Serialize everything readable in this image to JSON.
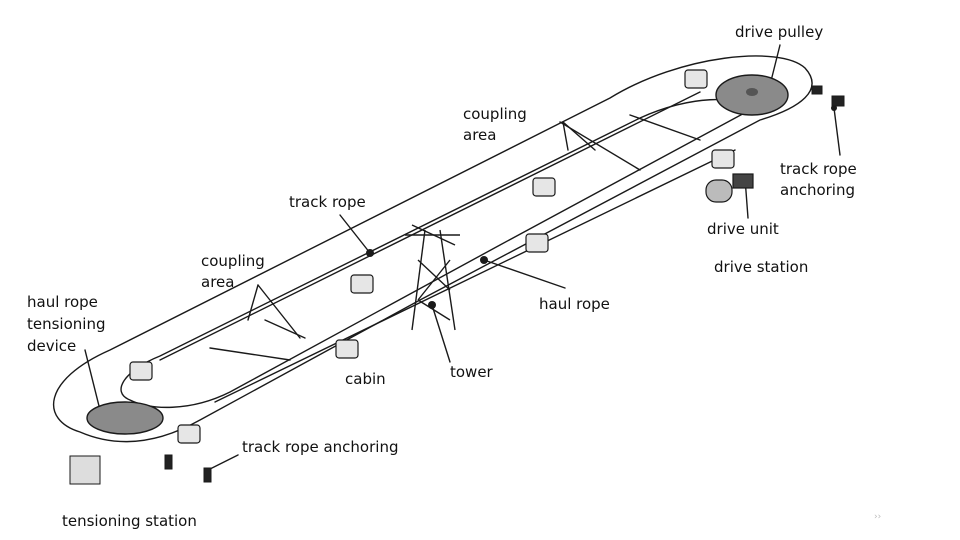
{
  "diagram": {
    "labels": {
      "drive_pulley": "drive pulley",
      "coupling_area_upper_1": "coupling",
      "coupling_area_upper_2": "area",
      "track_rope_anchoring_right_1": "track rope",
      "track_rope_anchoring_right_2": "anchoring",
      "drive_unit": "drive unit",
      "drive_station": "drive station",
      "track_rope": "track rope",
      "coupling_area_lower_1": "coupling",
      "coupling_area_lower_2": "area",
      "haul_rope": "haul  rope",
      "haul_rope_tensioning_1": "haul rope",
      "haul_rope_tensioning_2": "tensioning",
      "haul_rope_tensioning_3": "device",
      "cabin": "cabin",
      "tower": "tower",
      "track_rope_anchoring_bottom": "track rope anchoring",
      "tensioning_station": "tensioning station",
      "corner_mark": "››"
    },
    "colors": {
      "line": "#1a1a1a",
      "pulley_fill": "#8a8a8a",
      "cabin_fill": "#e6e6e6",
      "background": "#ffffff"
    }
  }
}
